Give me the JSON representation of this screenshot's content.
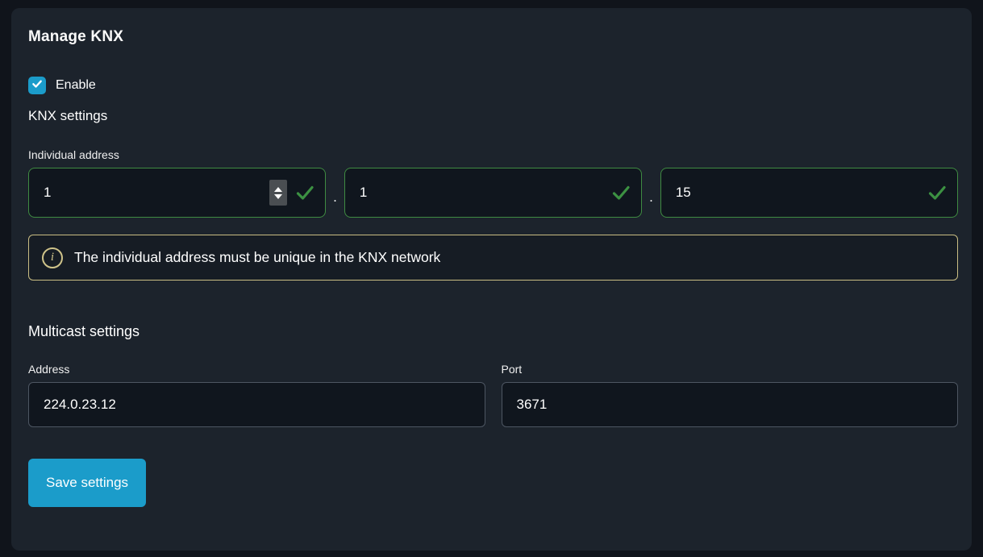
{
  "page": {
    "title": "Manage KNX"
  },
  "enable": {
    "label": "Enable",
    "checked": true
  },
  "knx_settings": {
    "heading": "KNX settings",
    "individual_address": {
      "label": "Individual address",
      "separator": ".",
      "parts": [
        {
          "value": "1"
        },
        {
          "value": "1"
        },
        {
          "value": "15"
        }
      ],
      "validation_state": "valid"
    },
    "info_message": "The individual address must be unique in the KNX network"
  },
  "multicast_settings": {
    "heading": "Multicast settings",
    "address": {
      "label": "Address",
      "value": "224.0.23.12"
    },
    "port": {
      "label": "Port",
      "value": "3671"
    }
  },
  "actions": {
    "save_label": "Save settings"
  },
  "colors": {
    "accent_blue": "#1b9cca",
    "valid_green": "#3f8b42",
    "info_border": "#c9bd83",
    "page_bg": "#10141b",
    "card_bg": "#1c232c",
    "input_bg": "#10161e",
    "input_border_gray": "#4d5662"
  }
}
